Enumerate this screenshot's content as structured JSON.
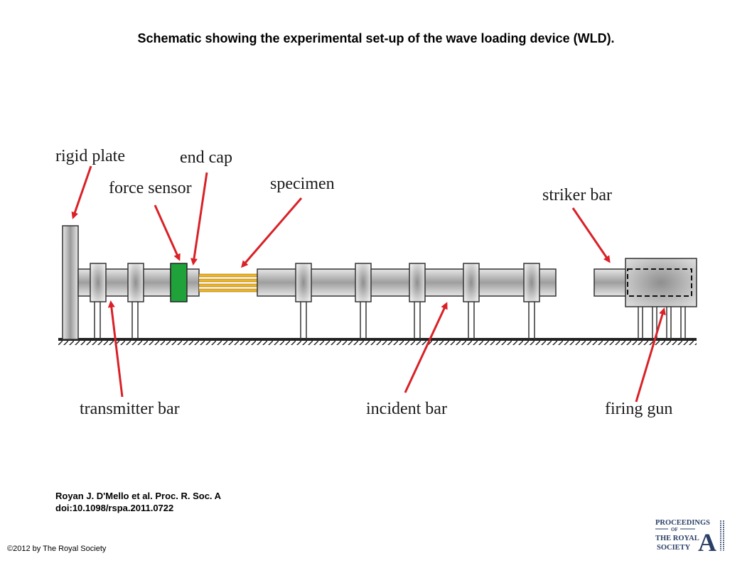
{
  "title": "Schematic showing the experimental set-up of the wave loading device (WLD).",
  "labels": {
    "rigid_plate": "rigid plate",
    "end_cap": "end cap",
    "force_sensor": "force sensor",
    "specimen": "specimen",
    "striker_bar": "striker bar",
    "transmitter_bar": "transmitter bar",
    "incident_bar": "incident bar",
    "firing_gun": "firing gun"
  },
  "citation": {
    "line1": "Royan J. D'Mello et al. Proc. R. Soc. A",
    "line2": "doi:10.1098/rspa.2011.0722"
  },
  "copyright": "©2012 by The Royal Society",
  "logo": {
    "line1": "PROCEEDINGS",
    "line2": "OF",
    "line3": "THE ROYAL",
    "line4": "SOCIETY",
    "letter": "A"
  },
  "colors": {
    "arrow": "#d92127",
    "force_sensor": "#1fa23a",
    "specimen": "#f0b323",
    "bar_gray": "#bdbdbd",
    "logo_navy": "#2a3f66"
  }
}
